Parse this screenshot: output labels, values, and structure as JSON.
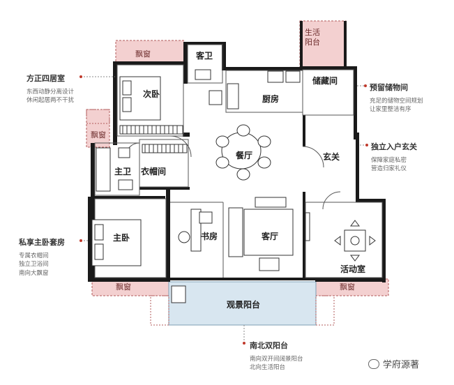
{
  "rooms": {
    "piaochuang_top": "飘窗",
    "kewei": "客卫",
    "shenghuo_yangtai": "生活\n阳台",
    "chuzangjian": "储藏间",
    "ciwo": "次卧",
    "chufang": "厨房",
    "piaochuang_left": "飘窗",
    "canting": "餐厅",
    "xuanguan": "玄关",
    "zhuwei": "主卫",
    "yimaojian": "衣帽间",
    "zhuwo": "主卧",
    "shufang": "书房",
    "keting": "客厅",
    "huodongshi": "活动室",
    "piaochuang_bl": "飘窗",
    "piaochuang_br": "飘窗",
    "guanjing_yangtai": "观景阳台"
  },
  "annotations": {
    "fangzheng": {
      "title": "方正四居室",
      "desc": [
        "东西动静分离设计",
        "休闲起居两不干扰"
      ]
    },
    "sixiang": {
      "title": "私享主卧套房",
      "desc": [
        "专属衣帽间",
        "独立卫浴间",
        "南向大飘窗"
      ]
    },
    "yuliu": {
      "title": "预留储物间",
      "desc": [
        "充足的储物空间规划",
        "让家里整洁有序"
      ]
    },
    "duli": {
      "title": "独立入户玄关",
      "desc": [
        "保障家庭私密",
        "营造归家礼仪"
      ]
    },
    "nanbei": {
      "title": "南北双阳台",
      "desc": [
        "南向双开间阔景阳台",
        "北向生活阳台"
      ]
    }
  },
  "watermark": "学府源著",
  "colors": {
    "wall": "#1a1a1a",
    "bay_window": "#f3d0d0",
    "bay_border": "#b05a5a",
    "balcony": "#d8e6f0",
    "balcony_border": "#7c9db3",
    "accent": "#c0392b"
  }
}
